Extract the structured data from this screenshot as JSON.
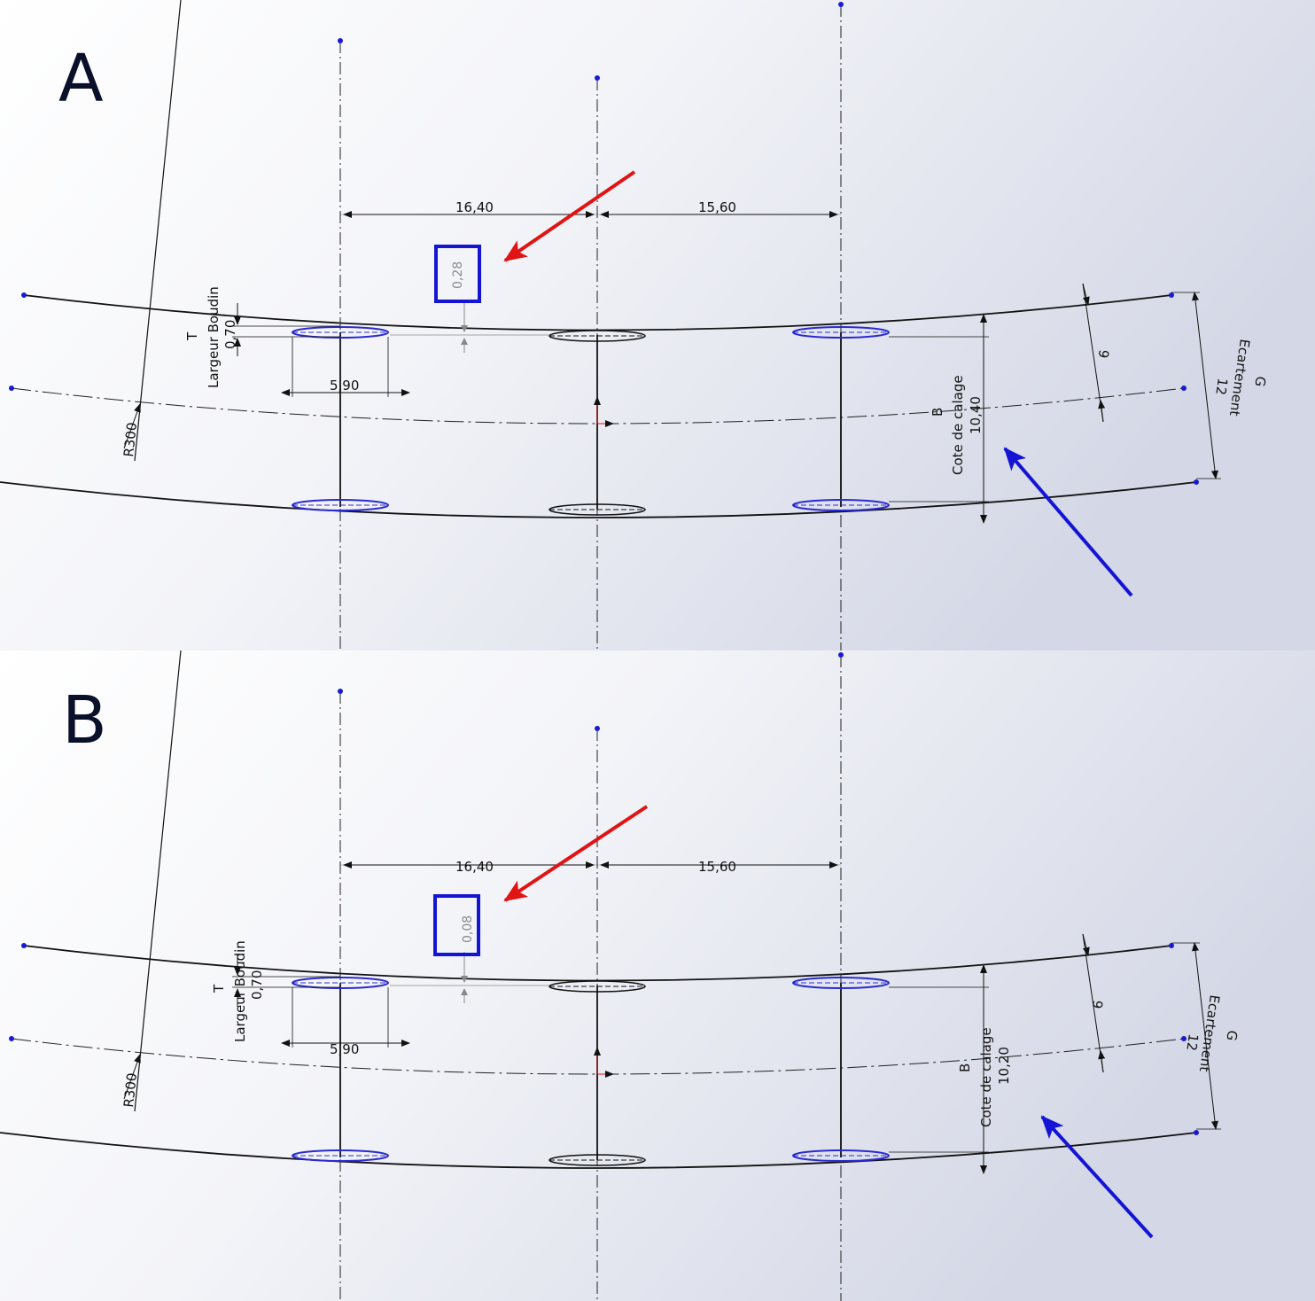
{
  "panels": [
    {
      "letter": "A",
      "dim_left": "16,40",
      "dim_right": "15,60",
      "boxed_value": "0,28",
      "largeur_value": "0,70",
      "largeur_label": "Largeur Boudin",
      "largeur_symbol": "T",
      "width_value": "5,90",
      "radius_label": "R300",
      "calage_symbol": "B",
      "calage_label": "Cote de calage",
      "calage_value": "10,40",
      "offset_value": "9",
      "ecartement_symbol": "G",
      "ecartement_label": "Ecartement",
      "ecartement_value": "12"
    },
    {
      "letter": "B",
      "dim_left": "16,40",
      "dim_right": "15,60",
      "boxed_value": "0,08",
      "largeur_value": "0,70",
      "largeur_label": "Largeur Boudin",
      "largeur_symbol": "T",
      "width_value": "5,90",
      "radius_label": "R300",
      "calage_symbol": "B",
      "calage_label": "Cote de calage",
      "calage_value": "10,20",
      "offset_value": "9",
      "ecartement_symbol": "G",
      "ecartement_label": "Ecartement",
      "ecartement_value": "12"
    }
  ],
  "colors": {
    "annotation_red": "#e01414",
    "annotation_blue": "#1414d4",
    "sketch_blue": "#2a2ad0",
    "line": "#111111"
  }
}
